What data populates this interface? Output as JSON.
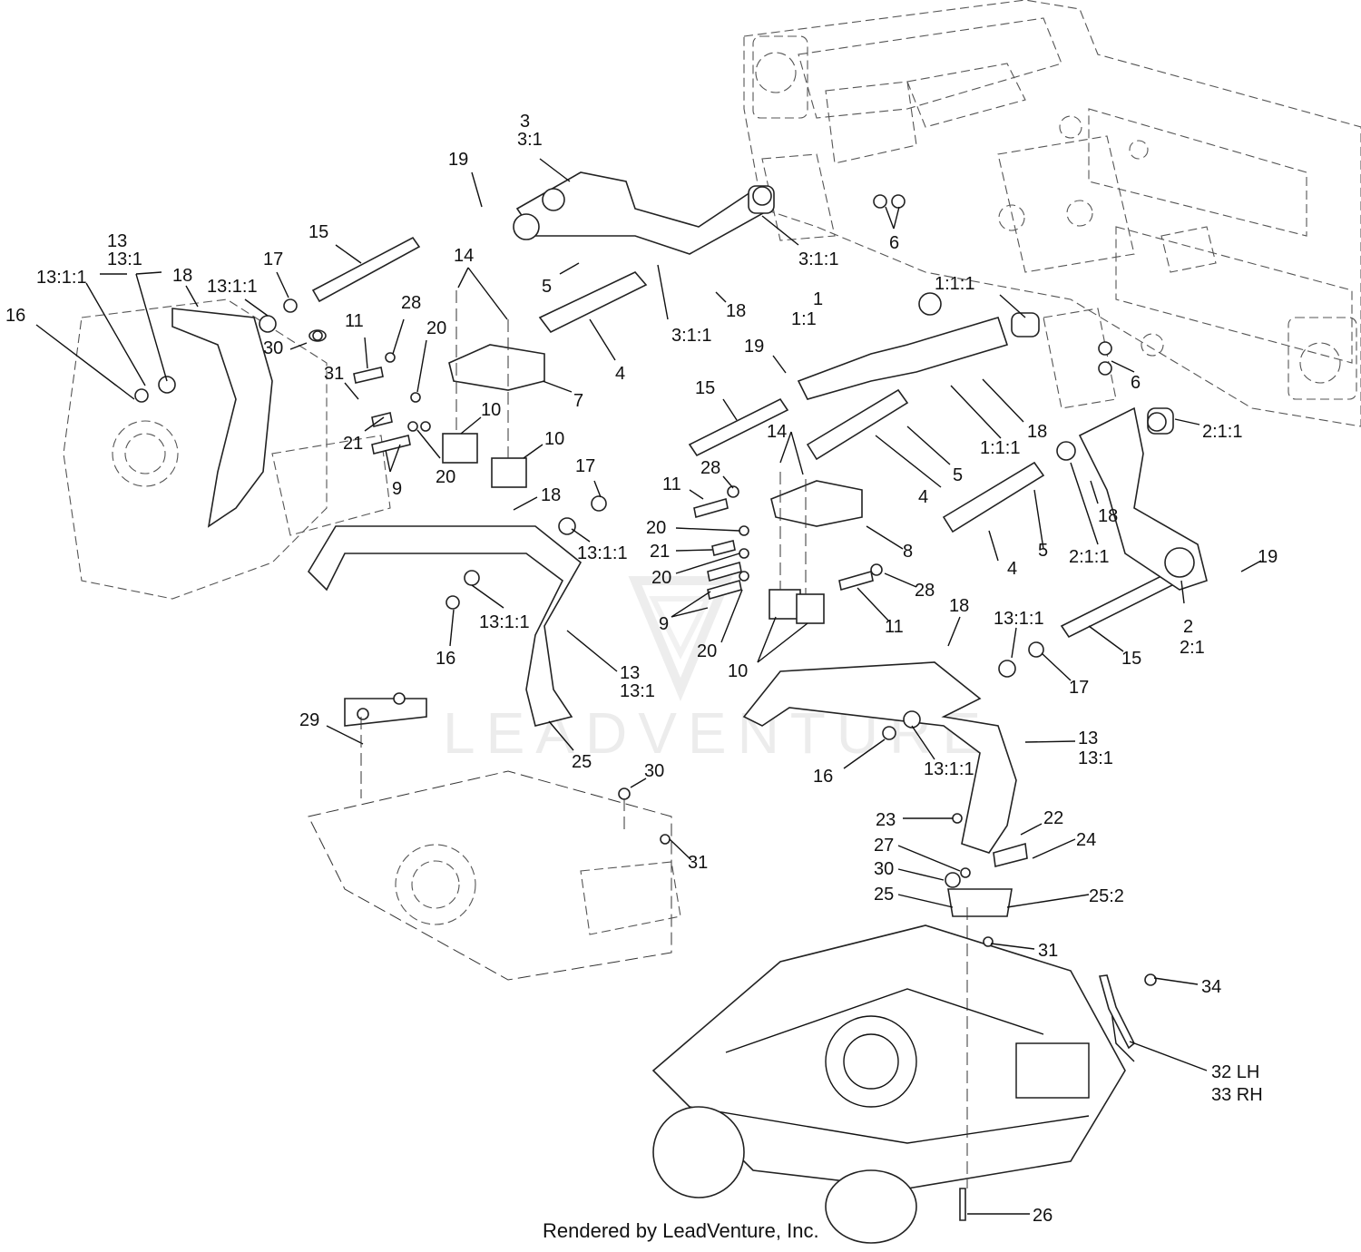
{
  "watermark": "LEADVENTURE",
  "footer": "Rendered by LeadVenture, Inc.",
  "callouts": [
    {
      "id": "c3a",
      "text": "3"
    },
    {
      "id": "c3b",
      "text": "3:1"
    },
    {
      "id": "c19a",
      "text": "19"
    },
    {
      "id": "c13a",
      "text": "13"
    },
    {
      "id": "c13b",
      "text": "13:1"
    },
    {
      "id": "c15a",
      "text": "15"
    },
    {
      "id": "c1311a",
      "text": "13:1:1"
    },
    {
      "id": "c18a",
      "text": "18"
    },
    {
      "id": "c1311b",
      "text": "13:1:1"
    },
    {
      "id": "c17a",
      "text": "17"
    },
    {
      "id": "c14a",
      "text": "14"
    },
    {
      "id": "c5a",
      "text": "5"
    },
    {
      "id": "c311a",
      "text": "3:1:1"
    },
    {
      "id": "c6a",
      "text": "6"
    },
    {
      "id": "c18b",
      "text": "18"
    },
    {
      "id": "c311b",
      "text": "3:1:1"
    },
    {
      "id": "c16a",
      "text": "16"
    },
    {
      "id": "c30a",
      "text": "30"
    },
    {
      "id": "c11a",
      "text": "11"
    },
    {
      "id": "c28a",
      "text": "28"
    },
    {
      "id": "c20a",
      "text": "20"
    },
    {
      "id": "c31a",
      "text": "31"
    },
    {
      "id": "c4a",
      "text": "4"
    },
    {
      "id": "c7a",
      "text": "7"
    },
    {
      "id": "c1a",
      "text": "1"
    },
    {
      "id": "c1b",
      "text": "1:1"
    },
    {
      "id": "c111a",
      "text": "1:1:1"
    },
    {
      "id": "c19b",
      "text": "19"
    },
    {
      "id": "c6b",
      "text": "6"
    },
    {
      "id": "c15b",
      "text": "15"
    },
    {
      "id": "c18c",
      "text": "18"
    },
    {
      "id": "c211a",
      "text": "2:1:1"
    },
    {
      "id": "c111b",
      "text": "1:1:1"
    },
    {
      "id": "c10a",
      "text": "10"
    },
    {
      "id": "c21a",
      "text": "21"
    },
    {
      "id": "c10b",
      "text": "10"
    },
    {
      "id": "c9a",
      "text": "9"
    },
    {
      "id": "c20b",
      "text": "20"
    },
    {
      "id": "c14b",
      "text": "14"
    },
    {
      "id": "c5b",
      "text": "5"
    },
    {
      "id": "c4b",
      "text": "4"
    },
    {
      "id": "c17b",
      "text": "17"
    },
    {
      "id": "c18d",
      "text": "18"
    },
    {
      "id": "c11b",
      "text": "11"
    },
    {
      "id": "c28b",
      "text": "28"
    },
    {
      "id": "c18e",
      "text": "18"
    },
    {
      "id": "c211b",
      "text": "2:1:1"
    },
    {
      "id": "c20c",
      "text": "20"
    },
    {
      "id": "c21b",
      "text": "21"
    },
    {
      "id": "c8a",
      "text": "8"
    },
    {
      "id": "c1311c",
      "text": "13:1:1"
    },
    {
      "id": "c20d",
      "text": "20"
    },
    {
      "id": "c5c",
      "text": "5"
    },
    {
      "id": "c4c",
      "text": "4"
    },
    {
      "id": "c19c",
      "text": "19"
    },
    {
      "id": "c28c",
      "text": "28"
    },
    {
      "id": "c9b",
      "text": "9"
    },
    {
      "id": "c11c",
      "text": "11"
    },
    {
      "id": "c1311d",
      "text": "13:1:1"
    },
    {
      "id": "c18f",
      "text": "18"
    },
    {
      "id": "c1311e",
      "text": "13:1:1"
    },
    {
      "id": "c2a",
      "text": "2"
    },
    {
      "id": "c2b",
      "text": "2:1"
    },
    {
      "id": "c16b",
      "text": "16"
    },
    {
      "id": "c20e",
      "text": "20"
    },
    {
      "id": "c15c",
      "text": "15"
    },
    {
      "id": "c13c",
      "text": "13"
    },
    {
      "id": "c13d",
      "text": "13:1"
    },
    {
      "id": "c10c",
      "text": "10"
    },
    {
      "id": "c17c",
      "text": "17"
    },
    {
      "id": "c29a",
      "text": "29"
    },
    {
      "id": "c25a",
      "text": "25"
    },
    {
      "id": "c13e",
      "text": "13"
    },
    {
      "id": "c13f",
      "text": "13:1"
    },
    {
      "id": "c30b",
      "text": "30"
    },
    {
      "id": "c16c",
      "text": "16"
    },
    {
      "id": "c1311f",
      "text": "13:1:1"
    },
    {
      "id": "c31b",
      "text": "31"
    },
    {
      "id": "c23a",
      "text": "23"
    },
    {
      "id": "c22a",
      "text": "22"
    },
    {
      "id": "c24a",
      "text": "24"
    },
    {
      "id": "c27a",
      "text": "27"
    },
    {
      "id": "c30c",
      "text": "30"
    },
    {
      "id": "c25b",
      "text": "25"
    },
    {
      "id": "c252a",
      "text": "25:2"
    },
    {
      "id": "c31c",
      "text": "31"
    },
    {
      "id": "c34a",
      "text": "34"
    },
    {
      "id": "c32a",
      "text": "32 LH"
    },
    {
      "id": "c33a",
      "text": "33 RH"
    },
    {
      "id": "c26a",
      "text": "26"
    }
  ]
}
